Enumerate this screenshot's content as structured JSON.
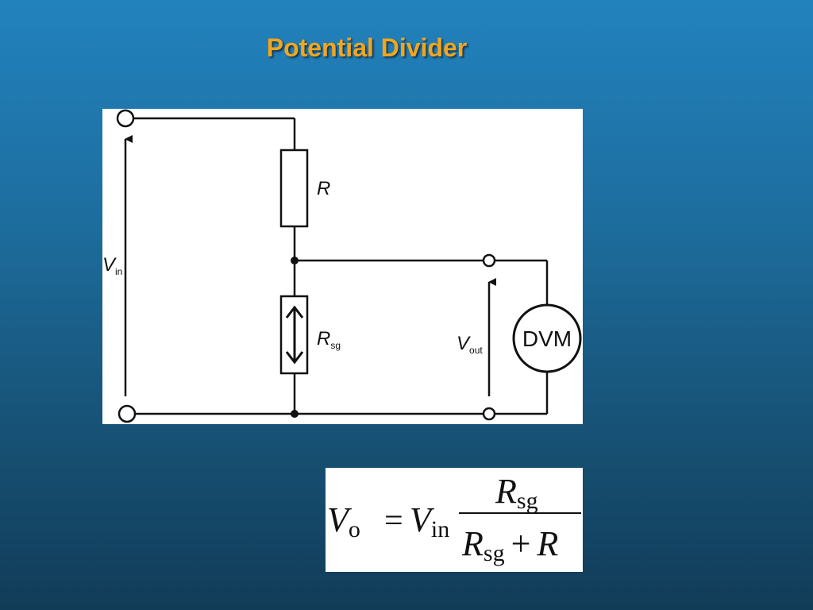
{
  "slide": {
    "title": "Potential Divider",
    "colors": {
      "background_top": "#2282bd",
      "background_bottom": "#113c58",
      "title": "#f3a51e"
    }
  },
  "circuit": {
    "resistor_label": "R",
    "gauge_symbol": "R",
    "gauge_subscript": "sg",
    "vin_symbol": "V",
    "vin_subscript": "in",
    "vout_symbol": "V",
    "vout_subscript": "out",
    "meter_label": "DVM"
  },
  "formula": {
    "lhs_symbol": "V",
    "lhs_subscript": "o",
    "equals": "=",
    "factor_symbol": "V",
    "factor_subscript": "in",
    "numerator_symbol": "R",
    "numerator_subscript": "sg",
    "denominator_symbol": "R",
    "denominator_subscript": "sg",
    "denominator_plus": "+",
    "denominator_term": "R"
  }
}
